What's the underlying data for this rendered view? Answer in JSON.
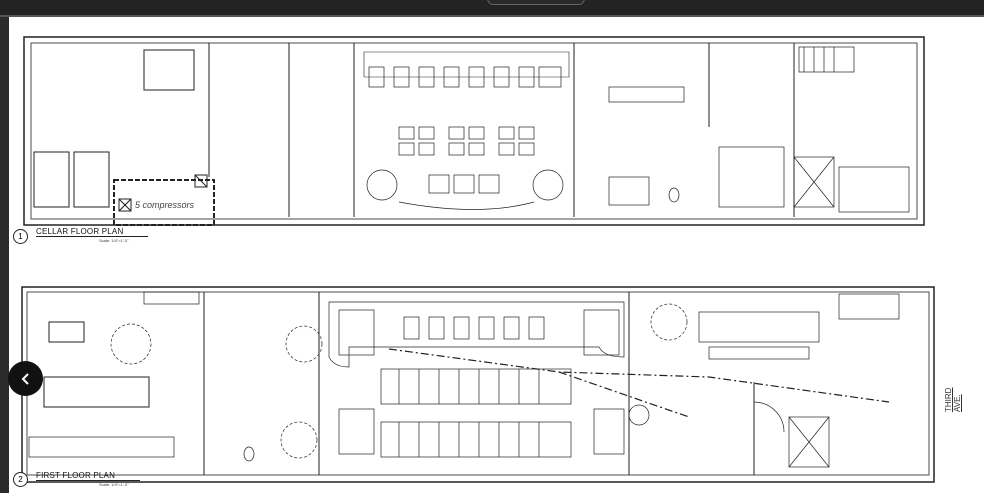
{
  "viewer": {
    "back_icon": "chevron-left-icon"
  },
  "plans": [
    {
      "number": "1",
      "title": "CELLAR FLOOR PLAN",
      "scale": "Scale: 1/4\"=1'-0\"",
      "annotation": "5 compressors"
    },
    {
      "number": "2",
      "title": "FIRST FLOOR PLAN",
      "scale": "Scale: 1/4\"=1'-0\"",
      "street": "THIRD AVE."
    }
  ]
}
